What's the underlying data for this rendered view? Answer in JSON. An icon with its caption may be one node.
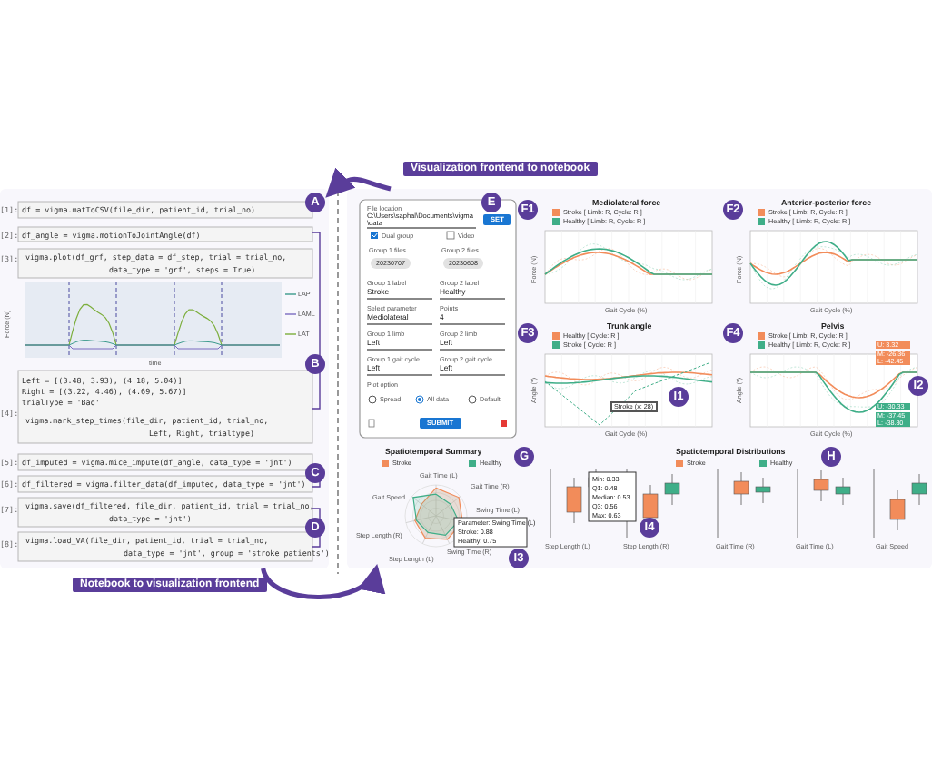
{
  "diagram": {
    "nodes": [
      {
        "text": [],
        "shape": "box"
      },
      {
        "text": [],
        "shape": "box"
      }
    ],
    "edges": [
      {
        "from": 1,
        "to": 0,
        "arrow": "to",
        "label": "Visualization frontend to notebook"
      },
      {
        "from": 0,
        "to": 1,
        "arrow": "to",
        "label": "Notebook to visualization frontend"
      }
    ],
    "labels": [
      "A",
      "[1]:",
      "df = vigma.matToCSV(file_dir, patient_id, trial_no)",
      "[2]:",
      "df_angle = vigma.motionToJointAngle(df)",
      "B",
      "[3]:",
      "vigma.plot(df_grf, step_data = df_step, trial = trial_no,",
      "data_type = 'grf', steps = True)",
      "Force (N)",
      "time",
      "LAP",
      "LAML",
      "LAT",
      "[4]:",
      "Left = [(3.48, 3.93), (4.18, 5.04)]",
      "Right = [(3.22, 4.46), (4.69, 5.67)]",
      "trialType = 'Bad'",
      "vigma.mark_step_times(file_dir, patient_id, trial_no,",
      "Left, Right, trialtype)",
      "C",
      "[5]:",
      "df_imputed = vigma.mice_impute(df_angle, data_type = 'jnt')",
      "[6]:",
      "df_filtered = vigma.filter_data(df_imputed, data_type = 'jnt')",
      "D",
      "[7]:",
      "vigma.save(df_filtered, file_dir, patient_id, trial = trial_no,",
      "data_type = 'jnt')",
      "[8]:",
      "vigma.load_VA(file_dir, patient_id, trial = trial_no,",
      "data_type = 'jnt', group = 'stroke patients')",
      "E",
      "File location",
      "C:\\Users\\saphal\\Documents\\vigma\\data",
      "SET",
      "Dual group",
      "Video",
      "Group 1 files",
      "20230707",
      "Group 2 files",
      "20230608",
      "Group 1 label",
      "Stroke",
      "Group 2 label",
      "Healthy",
      "Select parameter",
      "Mediolateral",
      "Points",
      "4",
      "Group 1 limb",
      "Left",
      "Group 2 limb",
      "Left",
      "Group 1 gait cycle",
      "Left",
      "Group 2 gait cycle",
      "Left",
      "Plot option",
      "Spread",
      "All data",
      "Default",
      "SUBMIT",
      "F1",
      "Mediolateral force",
      "Force (N)",
      "Gait Cycle (%)",
      "F2",
      "Anterior-posterior force",
      "Force (N)",
      "Gait Cycle (%)",
      "F3",
      "Trunk angle",
      "Angle (°)",
      "Stroke (x: 28)",
      "I1",
      "Gait Cycle (%)",
      "F4",
      "Pelvis",
      "Angle (°)",
      "U: 3.32",
      "M: -26.36",
      "L: -42.45",
      "I2",
      "U: -30.33",
      "M: -37.45",
      "L: -38.80",
      "Gait Cycle (%)",
      "G",
      "Spatiotemporal Summary",
      "Gait Time (L)",
      "Gait Time (R)",
      "Swing Time (L)",
      "Parameter: Swing Time (L)",
      "Stroke: 0.88",
      "Healthy: 0.75",
      "I3",
      "Swing Time (R)",
      "Step Length (L)",
      "Step Length (R)",
      "Gait Speed",
      "H",
      "Spatiotemporal Distributions",
      "Min: 0.33",
      "Q1: 0.48",
      "Median: 0.53",
      "Q3: 0.56",
      "Max: 0.63",
      "I4",
      "Step Length (L)",
      "Step Length (R)",
      "Gait Time (R)",
      "Gait Time (L)",
      "Gait Speed"
    ],
    "legend": [
      {
        "text": "Stroke [ Limb: R, Cycle: R ]",
        "color": "#f28c5a"
      },
      {
        "text": "Healthy [ Limb: R, Cycle: R ]",
        "color": "#3fae88"
      },
      {
        "text": "Stroke [ Limb: R, Cycle: R ]",
        "color": "#f28c5a"
      },
      {
        "text": "Healthy [ Limb: R, Cycle: R ]",
        "color": "#3fae88"
      },
      {
        "text": "Healthy [ Cycle: R ]",
        "color": "#f28c5a"
      },
      {
        "text": "Stroke [ Cycle: R ]",
        "color": "#3fae88"
      },
      {
        "text": "Stroke [ Limb: R, Cycle: R ]",
        "color": "#f28c5a"
      },
      {
        "text": "Healthy [ Limb: R, Cycle: R ]",
        "color": "#3fae88"
      },
      {
        "text": "Stroke",
        "color": "#f28c5a"
      },
      {
        "text": "Healthy",
        "color": "#3fae88"
      },
      {
        "text": "Stroke",
        "color": "#f28c5a"
      },
      {
        "text": "Healthy",
        "color": "#3fae88"
      }
    ]
  }
}
